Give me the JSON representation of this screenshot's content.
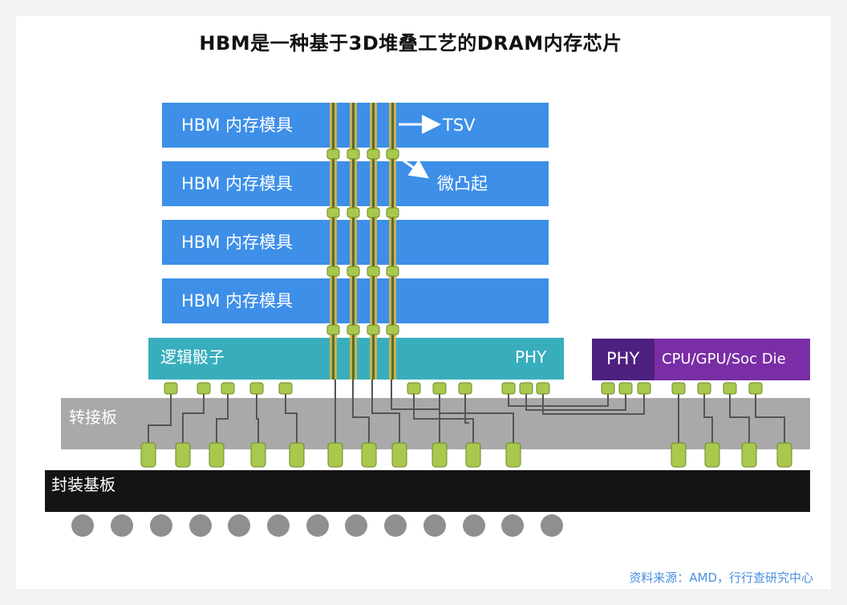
{
  "title": "HBM是一种基于3D堆叠工艺的DRAM内存芯片",
  "layers": {
    "memory_die_label": "HBM 内存模具",
    "logic_die_label": "逻辑骰子",
    "logic_phy_label": "PHY",
    "interposer_label": "转接板",
    "substrate_label": "封装基板",
    "processor_phy_label": "PHY",
    "processor_label": "CPU/GPU/Soc Die"
  },
  "annotations": {
    "tsv_label": "TSV",
    "microbump_label": "微凸起"
  },
  "source": "资料来源：AMD，行行查研究中心",
  "colors": {
    "memory_die": "#3d8fe8",
    "logic_die": "#38aebd",
    "interposer": "#a9a9a9",
    "substrate": "#141414",
    "processor": "#7a2ea6",
    "processor_phy": "#4e2080",
    "bump": "#a8c84e",
    "solder_ball": "#8f8f8f"
  }
}
